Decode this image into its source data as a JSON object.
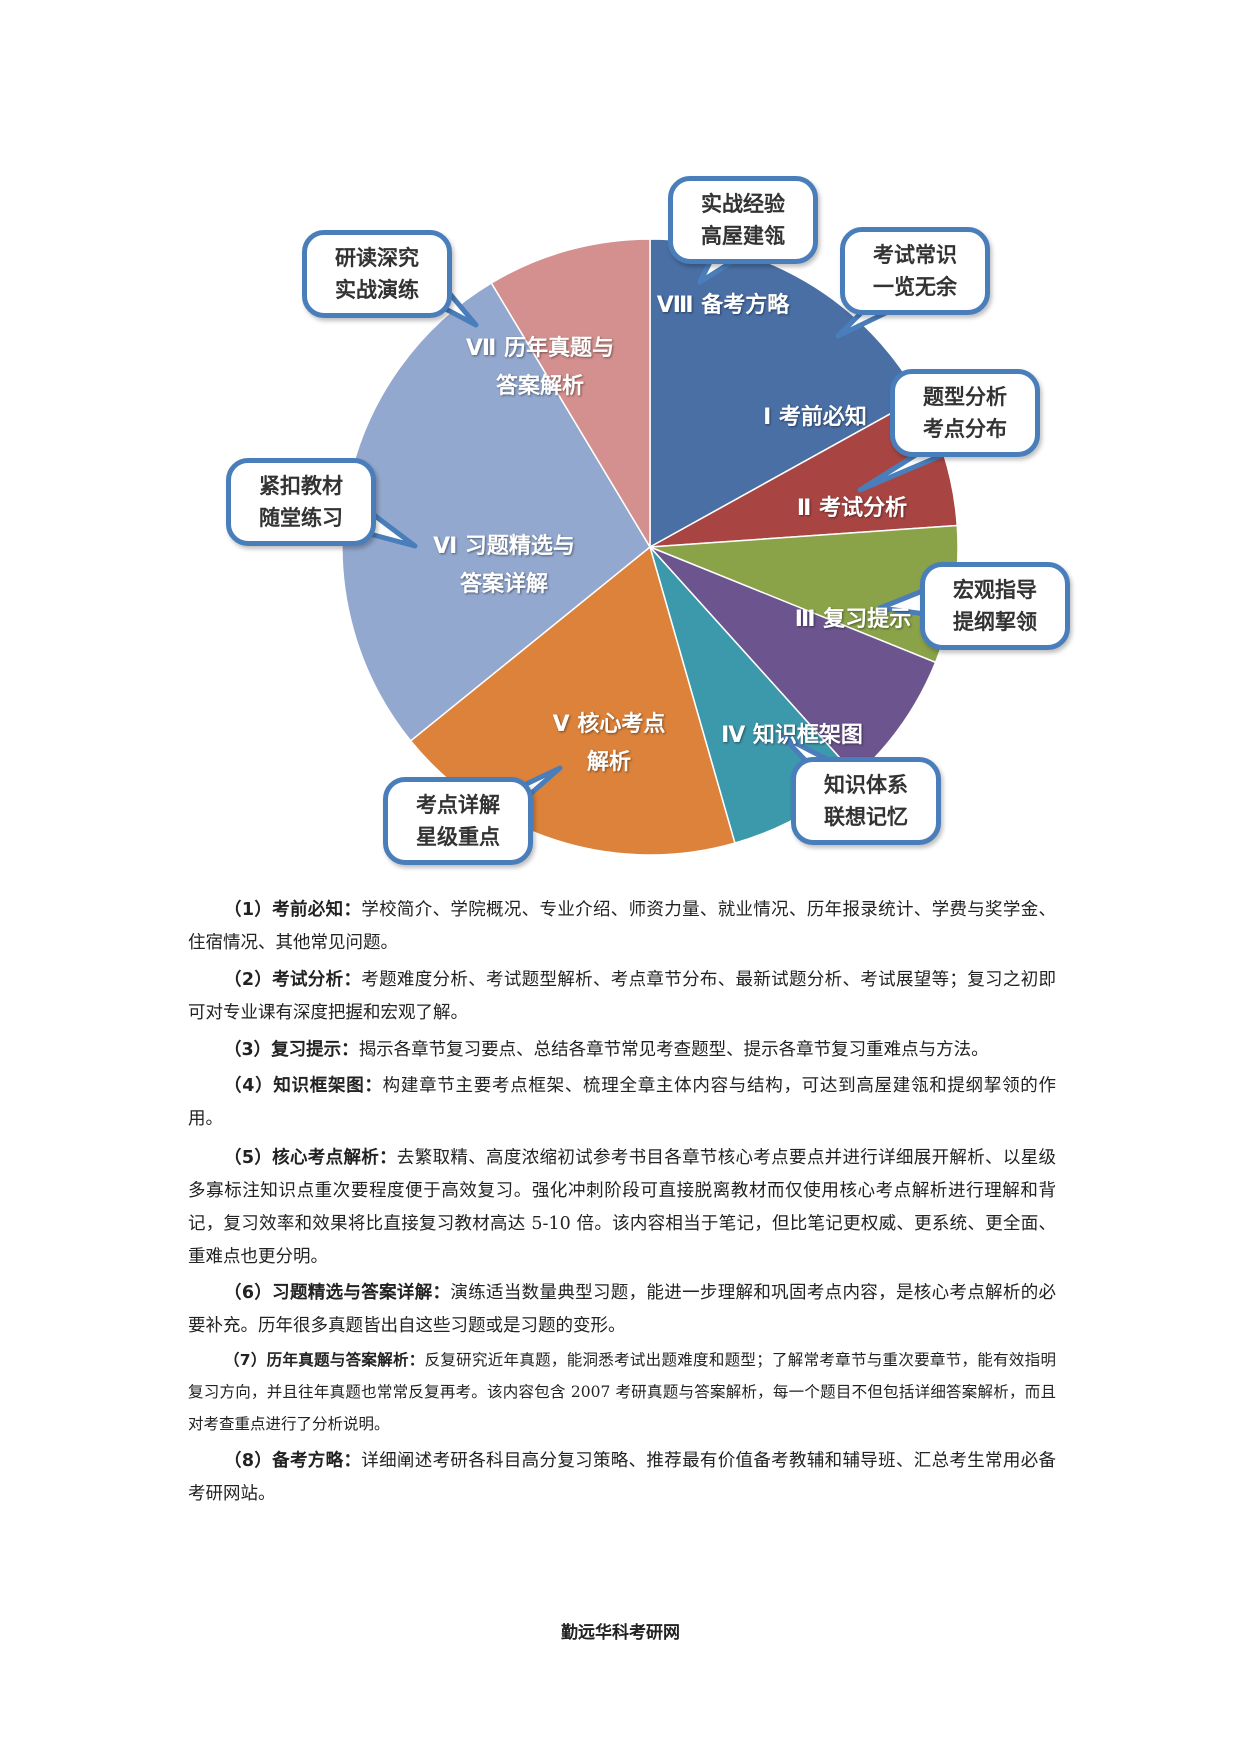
{
  "wheel": {
    "segments": [
      {
        "id": "s8",
        "label": [
          "Ⅷ 备考方略"
        ],
        "color": "#4a6fa5"
      },
      {
        "id": "s1",
        "label": [
          "Ⅰ 考前必知"
        ],
        "color": "#a84543"
      },
      {
        "id": "s2",
        "label": [
          "Ⅱ 考试分析"
        ],
        "color": "#8aa248"
      },
      {
        "id": "s3",
        "label": [
          "Ⅲ 复习提示"
        ],
        "color": "#6c548e"
      },
      {
        "id": "s4",
        "label": [
          "Ⅳ 知识框架图"
        ],
        "color": "#3c98ab"
      },
      {
        "id": "s5",
        "label": [
          "Ⅴ 核心考点",
          "解析"
        ],
        "color": "#dc823a"
      },
      {
        "id": "s6",
        "label": [
          "Ⅵ 习题精选与",
          "答案详解"
        ],
        "color": "#93a8cf"
      },
      {
        "id": "s7",
        "label": [
          "Ⅶ 历年真题与",
          "答案解析"
        ],
        "color": "#d4908e"
      }
    ],
    "callouts": [
      {
        "id": "c8",
        "lines": [
          "实战经验",
          "高屋建瓴"
        ]
      },
      {
        "id": "c1",
        "lines": [
          "考试常识",
          "一览无余"
        ]
      },
      {
        "id": "c2",
        "lines": [
          "题型分析",
          "考点分布"
        ]
      },
      {
        "id": "c3",
        "lines": [
          "宏观指导",
          "提纲挈领"
        ]
      },
      {
        "id": "c4",
        "lines": [
          "知识体系",
          "联想记忆"
        ]
      },
      {
        "id": "c5",
        "lines": [
          "考点详解",
          "星级重点"
        ]
      },
      {
        "id": "c6",
        "lines": [
          "紧扣教材",
          "随堂练习"
        ]
      },
      {
        "id": "c7",
        "lines": [
          "研读深究",
          "实战演练"
        ]
      }
    ],
    "outline_color": "#4a7ebb"
  },
  "paragraphs": [
    {
      "num": "（1）",
      "title": "考前必知：",
      "body": "学校简介、学院概况、专业介绍、师资力量、就业情况、历年报录统计、学费与奖学金、住宿情况、其他常见问题。"
    },
    {
      "num": "（2）",
      "title": "考试分析：",
      "body": "考题难度分析、考试题型解析、考点章节分布、最新试题分析、考试展望等；复习之初即可对专业课有深度把握和宏观了解。"
    },
    {
      "num": "（3）",
      "title": "复习提示：",
      "body": "揭示各章节复习要点、总结各章节常见考查题型、提示各章节复习重难点与方法。"
    },
    {
      "num": "（4）",
      "title": "知识框架图：",
      "body": "构建章节主要考点框架、梳理全章主体内容与结构，可达到高屋建瓴和提纲挈领的作用。"
    },
    {
      "num": "（5）",
      "title": "核心考点解析：",
      "body": "去繁取精、高度浓缩初试参考书目各章节核心考点要点并进行详细展开解析、以星级多寡标注知识点重次要程度便于高效复习。强化冲刺阶段可直接脱离教材而仅使用核心考点解析进行理解和背记，复习效率和效果将比直接复习教材高达 5-10 倍。该内容相当于笔记，但比笔记更权威、更系统、更全面、重难点也更分明。"
    },
    {
      "num": "（6）",
      "title": "习题精选与答案详解：",
      "body": "演练适当数量典型习题，能进一步理解和巩固考点内容，是核心考点解析的必要补充。历年很多真题皆出自这些习题或是习题的变形。"
    },
    {
      "num": "（7）",
      "title": "历年真题与答案解析：",
      "body": "反复研究近年真题，能洞悉考试出题难度和题型；了解常考章节与重次要章节，能有效指明复习方向，并且往年真题也常常反复再考。该内容包含 2007 考研真题与答案解析，每一个题目不但包括详细答案解析，而且对考查重点进行了分析说明。"
    },
    {
      "num": "（8）",
      "title": "备考方略：",
      "body": "详细阐述考研各科目高分复习策略、推荐最有价值备考教辅和辅导班、汇总考生常用必备考研网站。"
    }
  ],
  "footer": "勤远华科考研网"
}
